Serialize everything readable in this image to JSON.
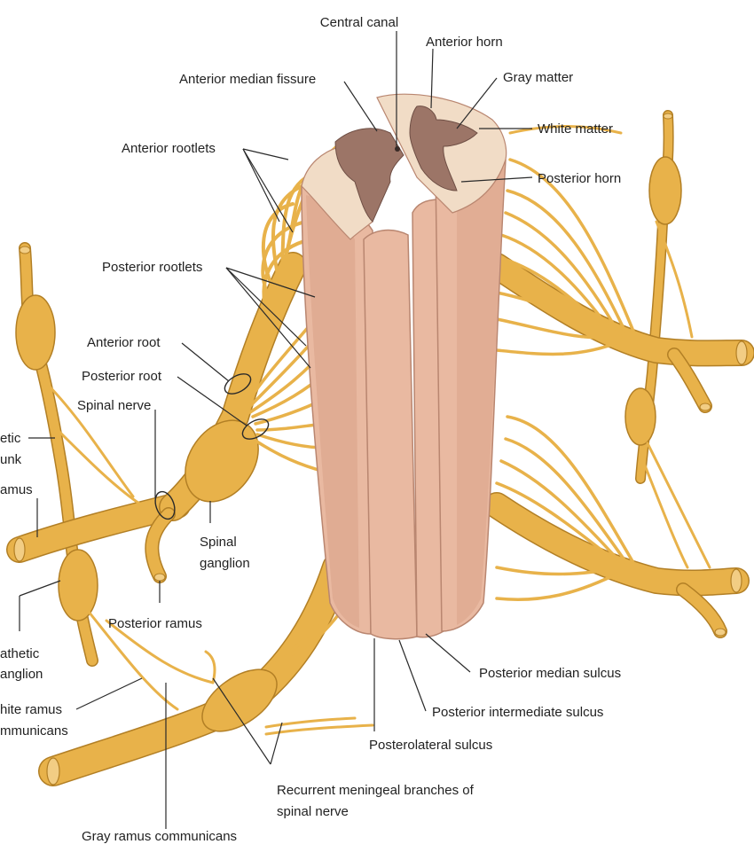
{
  "labels": {
    "central_canal": "Central canal",
    "anterior_horn": "Anterior horn",
    "anterior_median_fissure": "Anterior median fissure",
    "gray_matter": "Gray matter",
    "white_matter": "White matter",
    "anterior_rootlets": "Anterior rootlets",
    "posterior_horn": "Posterior horn",
    "posterior_rootlets": "Posterior rootlets",
    "anterior_root": "Anterior root",
    "posterior_root": "Posterior root",
    "spinal_nerve": "Spinal nerve",
    "sympathetic_trunk_1": "etic",
    "sympathetic_trunk_2": "unk",
    "anterior_ramus": "amus",
    "spinal_ganglion_1": "Spinal",
    "spinal_ganglion_2": "ganglion",
    "posterior_ramus": "Posterior ramus",
    "sympathetic_ganglion_1": "athetic",
    "sympathetic_ganglion_2": "anglion",
    "white_ramus_1": "hite ramus",
    "white_ramus_2": "mmunicans",
    "posterior_median_sulcus": "Posterior median sulcus",
    "posterior_intermediate_sulcus": "Posterior intermediate sulcus",
    "posterolateral_sulcus": "Posterolateral sulcus",
    "recurrent_meningeal_1": "Recurrent meningeal branches of",
    "recurrent_meningeal_2": "spinal nerve",
    "gray_ramus": "Gray ramus communicans"
  },
  "colors": {
    "nerve": "#e8b24a",
    "nerve_edge": "#b27f25",
    "cord": "#e9b9a1",
    "white_matter": "#f1dcc6",
    "gray_matter": "#9c7567"
  }
}
